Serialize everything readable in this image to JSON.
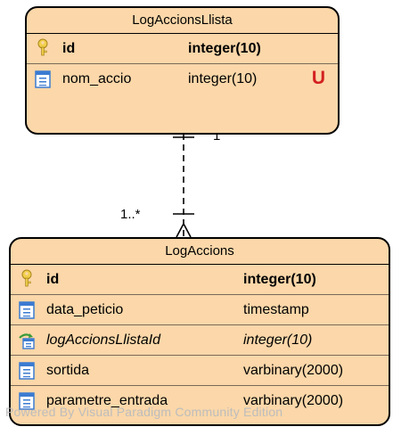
{
  "entities": [
    {
      "name": "LogAccionsLlista",
      "columns": [
        {
          "name": "id",
          "type": "integer(10)",
          "key": "primary",
          "bold": true,
          "italic": false,
          "unique": false
        },
        {
          "name": "nom_accio",
          "type": "integer(10)",
          "key": "column",
          "bold": false,
          "italic": false,
          "unique": true
        }
      ]
    },
    {
      "name": "LogAccions",
      "columns": [
        {
          "name": "id",
          "type": "integer(10)",
          "key": "primary",
          "bold": true,
          "italic": false,
          "unique": false
        },
        {
          "name": "data_peticio",
          "type": "timestamp",
          "key": "column",
          "bold": false,
          "italic": false,
          "unique": false
        },
        {
          "name": "logAccionsLlistaId",
          "type": "integer(10)",
          "key": "foreign",
          "bold": false,
          "italic": true,
          "unique": false
        },
        {
          "name": "sortida",
          "type": "varbinary(2000)",
          "key": "column",
          "bold": false,
          "italic": false,
          "unique": false
        },
        {
          "name": "parametre_entrada",
          "type": "varbinary(2000)",
          "key": "column",
          "bold": false,
          "italic": false,
          "unique": false
        }
      ]
    }
  ],
  "relationship": {
    "from": "LogAccionsLlista",
    "to": "LogAccions",
    "from_multiplicity": "1",
    "to_multiplicity": "1..*",
    "line_style": "dashed"
  },
  "unique_marker": "U",
  "watermark": "Powered By Visual Paradigm Community Edition",
  "colors": {
    "entity_fill": "#fbd7a9",
    "border": "#000000",
    "unique_marker": "#d32020",
    "key_icon": "#f2cf4a",
    "column_icon": "#3b7bd1",
    "fk_arrow": "#3a9a3a"
  }
}
